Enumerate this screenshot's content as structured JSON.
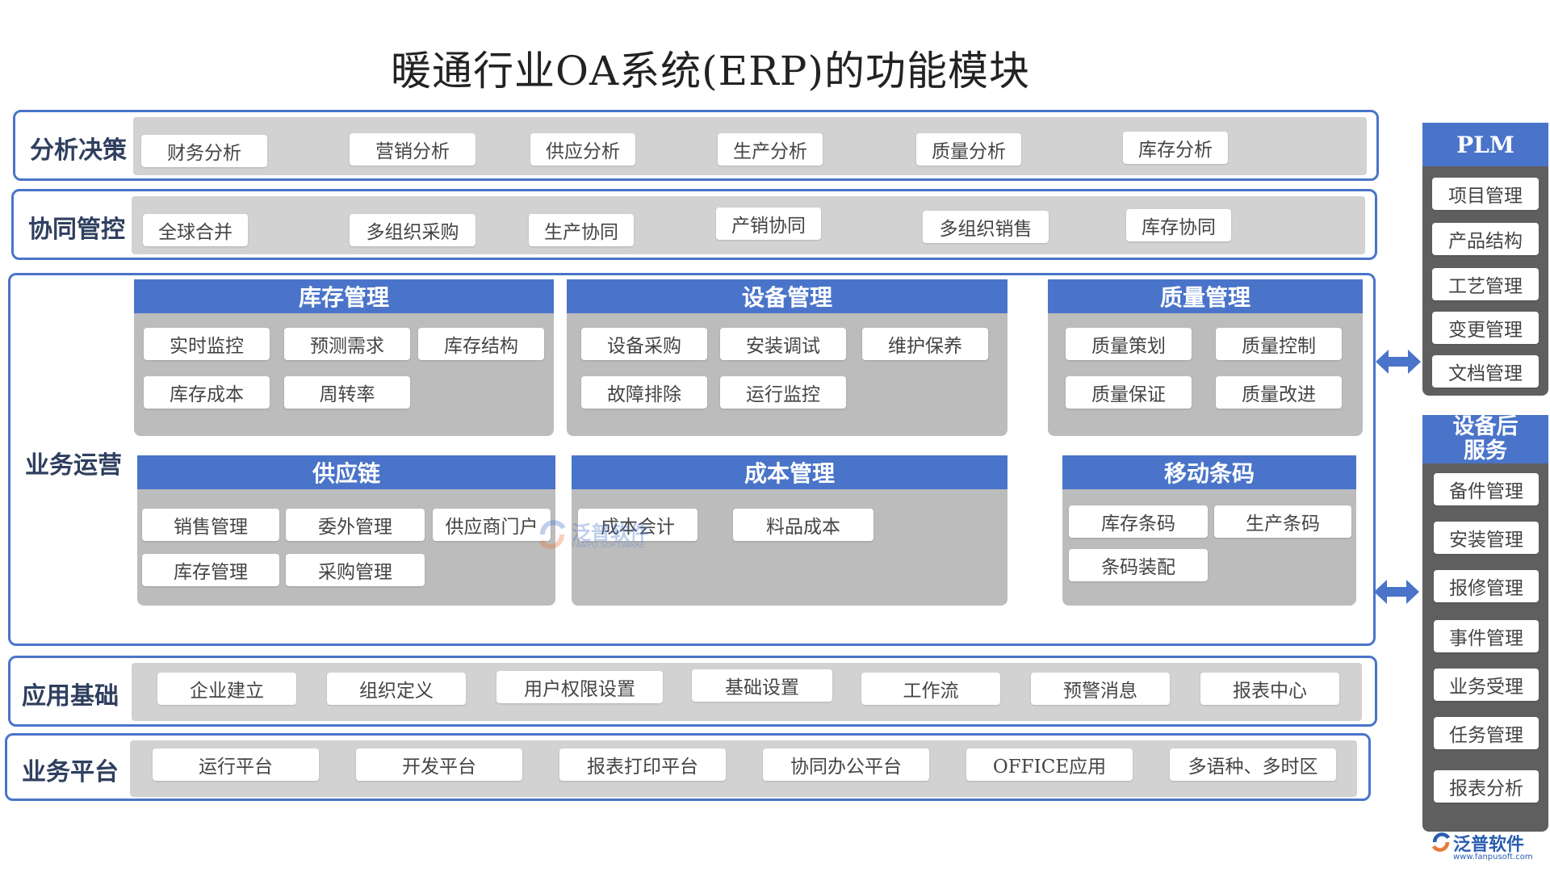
{
  "title": "暖通行业OA系统(ERP)的功能模块",
  "rows": {
    "analysis": {
      "label": "分析决策",
      "items": [
        "财务分析",
        "营销分析",
        "供应分析",
        "生产分析",
        "质量分析",
        "库存分析"
      ]
    },
    "collab": {
      "label": "协同管控",
      "items": [
        "全球合并",
        "多组织采购",
        "生产协同",
        "产销协同",
        "多组织销售",
        "库存协同"
      ]
    },
    "ops": {
      "label": "业务运营"
    },
    "foundation": {
      "label": "应用基础",
      "items": [
        "企业建立",
        "组织定义",
        "用户权限设置",
        "基础设置",
        "工作流",
        "预警消息",
        "报表中心"
      ]
    },
    "platform": {
      "label": "业务平台",
      "items": [
        "运行平台",
        "开发平台",
        "报表打印平台",
        "协同办公平台",
        "OFFICE应用",
        "多语种、多时区"
      ]
    }
  },
  "panels": {
    "inventory": {
      "title": "库存管理",
      "items": [
        "实时监控",
        "预测需求",
        "库存结构",
        "库存成本",
        "周转率"
      ]
    },
    "equipment": {
      "title": "设备管理",
      "items": [
        "设备采购",
        "安装调试",
        "维护保养",
        "故障排除",
        "运行监控"
      ]
    },
    "quality": {
      "title": "质量管理",
      "items": [
        "质量策划",
        "质量控制",
        "质量保证",
        "质量改进"
      ]
    },
    "supply": {
      "title": "供应链",
      "items": [
        "销售管理",
        "委外管理",
        "供应商门户",
        "库存管理",
        "采购管理"
      ]
    },
    "cost": {
      "title": "成本管理",
      "items": [
        "成本会计",
        "料品成本"
      ]
    },
    "barcode": {
      "title": "移动条码",
      "items": [
        "库存条码",
        "生产条码",
        "条码装配"
      ]
    }
  },
  "side": {
    "plm": {
      "title": "PLM",
      "items": [
        "项目管理",
        "产品结构",
        "工艺管理",
        "变更管理",
        "文档管理"
      ]
    },
    "service": {
      "title": "设备后\n服务",
      "title_line1": "设备后",
      "title_line2": "服务",
      "items": [
        "备件管理",
        "安装管理",
        "报修管理",
        "事件管理",
        "业务受理",
        "任务管理",
        "报表分析"
      ]
    }
  },
  "watermark": {
    "cn": "泛普软件",
    "en": "FANPU SOFTWARE"
  },
  "logo": {
    "cn": "泛普软件",
    "url": "www.fanpusoft.com"
  },
  "colors": {
    "accent": "#4a74c9",
    "panel": "#bcbcbc",
    "row_inner": "#d2d2d2",
    "side_bg": "#5f5f5f"
  }
}
